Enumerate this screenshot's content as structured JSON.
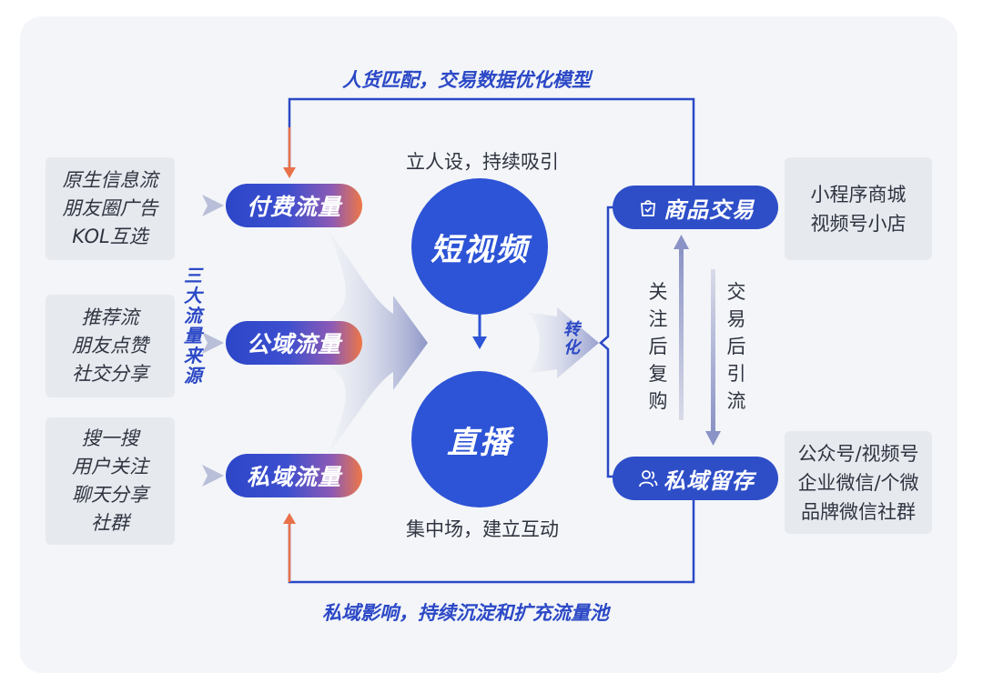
{
  "sources": [
    {
      "lines": [
        "原生信息流",
        "朋友圈广告",
        "KOL互选"
      ]
    },
    {
      "lines": [
        "推荐流",
        "朋友点赞",
        "社交分享"
      ]
    },
    {
      "lines": [
        "搜一搜",
        "用户关注",
        "聊天分享",
        "社群"
      ]
    }
  ],
  "traffic": [
    "付费流量",
    "公域流量",
    "私域流量"
  ],
  "side_label": "三大流量来源",
  "center": {
    "top_caption": "立人设，持续吸引",
    "short_video": "短视频",
    "live": "直播",
    "bottom_caption": "集中场，建立互动"
  },
  "convert_label": "转化",
  "loops": {
    "top": "人货匹配，交易数据优化模型",
    "bottom": "私域影响，持续沉淀和扩充流量池"
  },
  "outcomes": {
    "trade": {
      "label": "商品交易",
      "icon": "bag-check-icon"
    },
    "retain": {
      "label": "私域留存",
      "icon": "users-icon"
    }
  },
  "vertical": {
    "up": "关注后复购",
    "down": "交易后引流"
  },
  "destinations": [
    {
      "lines": [
        "小程序商城",
        "视频号小店"
      ]
    },
    {
      "lines": [
        "公众号/视频号",
        "企业微信/个微",
        "品牌微信社群"
      ]
    }
  ],
  "colors": {
    "primary": "#2d54d6",
    "accent_orange": "#e8714a",
    "panel": "#f3f5f8",
    "box": "#e6e9ee"
  }
}
